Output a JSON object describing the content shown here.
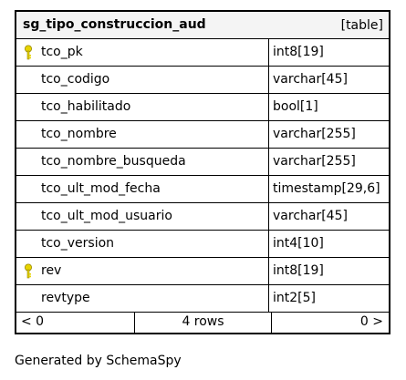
{
  "table": {
    "name": "sg_tipo_construccion_aud",
    "kind": "[table]",
    "columns": [
      {
        "name": "tco_pk",
        "type": "int8[19]",
        "key": true
      },
      {
        "name": "tco_codigo",
        "type": "varchar[45]",
        "key": false
      },
      {
        "name": "tco_habilitado",
        "type": "bool[1]",
        "key": false
      },
      {
        "name": "tco_nombre",
        "type": "varchar[255]",
        "key": false
      },
      {
        "name": "tco_nombre_busqueda",
        "type": "varchar[255]",
        "key": false
      },
      {
        "name": "tco_ult_mod_fecha",
        "type": "timestamp[29,6]",
        "key": false
      },
      {
        "name": "tco_ult_mod_usuario",
        "type": "varchar[45]",
        "key": false
      },
      {
        "name": "tco_version",
        "type": "int4[10]",
        "key": false
      },
      {
        "name": "rev",
        "type": "int8[19]",
        "key": true
      },
      {
        "name": "revtype",
        "type": "int2[5]",
        "key": false
      }
    ],
    "footer": {
      "parents": "< 0",
      "rows": "4 rows",
      "children": "0 >"
    }
  },
  "key_icon": "key-icon",
  "key_color": "#e8d400",
  "generator": "Generated by SchemaSpy"
}
